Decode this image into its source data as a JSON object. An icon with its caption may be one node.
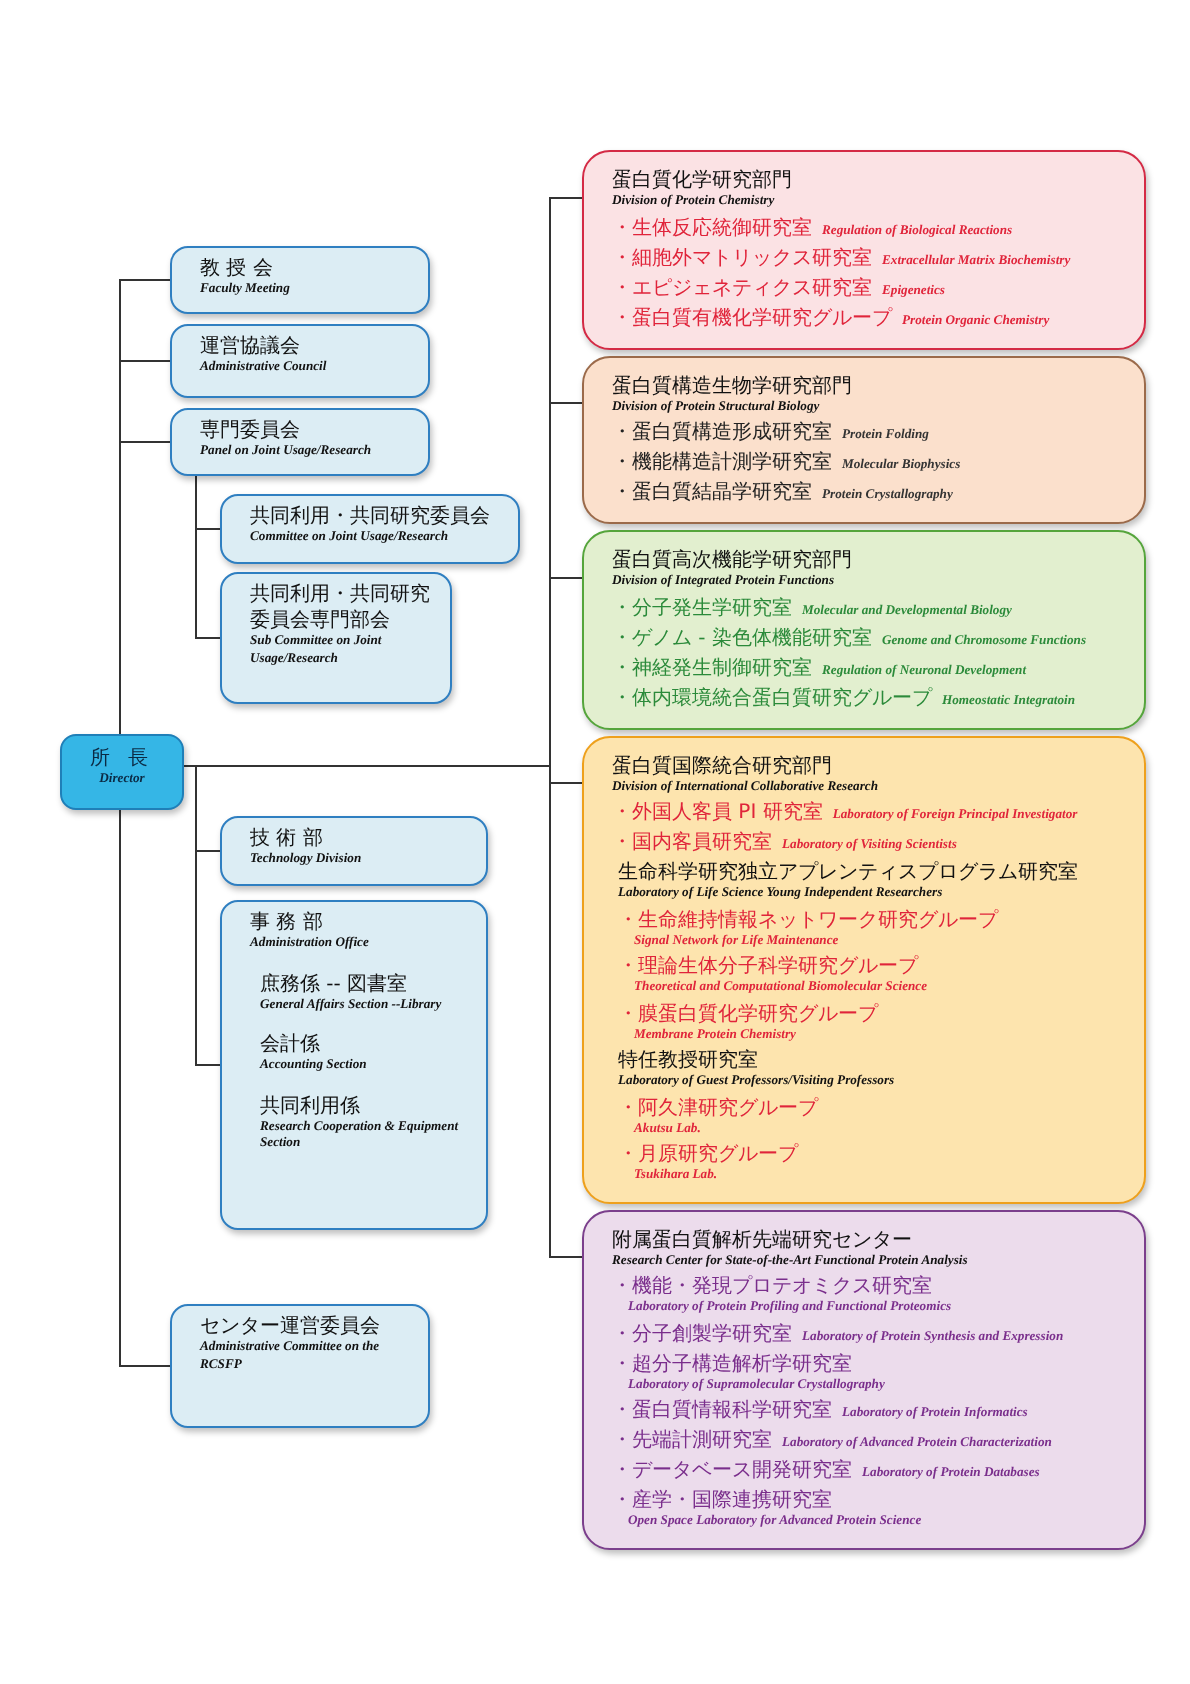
{
  "diagram": {
    "nodes": [
      {
        "text": [
          "所 長",
          "Director"
        ]
      },
      {
        "text": [
          "教 授 会",
          "Faculty Meeting"
        ]
      },
      {
        "text": [
          "運営協議会",
          "Administrative Council"
        ]
      },
      {
        "text": [
          "専門委員会",
          "Panel on Joint Usage/Research"
        ]
      },
      {
        "text": [
          "共同利用・共同研究委員会",
          "Committee on Joint Usage/Research"
        ]
      },
      {
        "text": [
          "共同利用・共同研究委員会専門部会",
          "Sub Committee on Joint Usage/Research"
        ]
      },
      {
        "text": [
          "技 術 部",
          "Technology Division"
        ]
      },
      {
        "text": [
          "事 務 部",
          "Administration Office",
          "庶務係 -- 図書室",
          "General Affairs Section --Library",
          "会計係",
          "Accounting Section",
          "共同利用係",
          "Research Cooperation & Equipment Section"
        ]
      },
      {
        "text": [
          "センター運営委員会",
          "Administrative Committee on the RCSFP"
        ]
      },
      {
        "text": [
          "蛋白質化学研究部門",
          "Division of Protein Chemistry",
          "・生体反応統御研究室",
          "Regulation of Biological Reactions",
          "・細胞外マトリックス研究室",
          "Extracellular Matrix Biochemistry",
          "・エピジェネティクス研究室",
          "Epigenetics",
          "・蛋白質有機化学研究グループ",
          "Protein Organic Chemistry"
        ]
      },
      {
        "text": [
          "蛋白質構造生物学研究部門",
          "Division of Protein Structural Biology",
          "・蛋白質構造形成研究室",
          "Protein Folding",
          "・機能構造計測学研究室",
          "Molecular Biophysics",
          "・蛋白質結晶学研究室",
          "Protein Crystallography"
        ]
      },
      {
        "text": [
          "蛋白質高次機能学研究部門",
          "Division of Integrated Protein Functions",
          "・分子発生学研究室",
          "Molecular and Developmental Biology",
          "・ゲノム - 染色体機能研究室",
          "Genome and Chromosome Functions",
          "・神経発生制御研究室",
          "Regulation of Neuronal Development",
          "・体内環境統合蛋白質研究グループ",
          "Homeostatic Integratoin"
        ]
      },
      {
        "text": [
          "蛋白質国際統合研究部門",
          "Division of International Collaborative Research",
          "・外国人客員 PI 研究室",
          "Laboratory of Foreign Principal Investigator",
          "・国内客員研究室",
          "Laboratory of Visiting Scientists",
          "生命科学研究独立アプレンティスプログラム研究室",
          "Laboratory of Life Science Young Independent Researchers",
          "・生命維持情報ネットワーク研究グループ",
          "Signal Network for Life Maintenance",
          "・理論生体分子科学研究グループ",
          "Theoretical and Computational Biomolecular Science",
          "・膜蛋白質化学研究グループ",
          "Membrane Protein Chemistry",
          "特任教授研究室",
          "Laboratory of Guest Professors/Visiting Professors",
          "・阿久津研究グループ",
          "Akutsu Lab.",
          "・月原研究グループ",
          "Tsukihara Lab."
        ]
      },
      {
        "text": [
          "附属蛋白質解析先端研究センター",
          "Research Center for State-of-the-Art Functional Protein Analysis",
          "・機能・発現プロテオミクス研究室",
          "Laboratory of Protein Profiling and Functional Proteomics",
          "・分子創製学研究室",
          "Laboratory of Protein Synthesis and Expression",
          "・超分子構造解析学研究室",
          "Laboratory of Supramolecular Crystallography",
          "・蛋白質情報科学研究室",
          "Laboratory of Protein Informatics",
          "・先端計測研究室",
          "Laboratory of Advanced Protein Characterization",
          "・データベース開発研究室",
          "Laboratory of Protein Databases",
          "・産学・国際連携研究室",
          "Open Space Laboratory for Advanced Protein Science"
        ]
      }
    ],
    "edges": [
      {
        "from": 0,
        "to": 1,
        "arrow": "none"
      },
      {
        "from": 0,
        "to": 2,
        "arrow": "none"
      },
      {
        "from": 0,
        "to": 3,
        "arrow": "none"
      },
      {
        "from": 3,
        "to": 4,
        "arrow": "none"
      },
      {
        "from": 3,
        "to": 5,
        "arrow": "none"
      },
      {
        "from": 0,
        "to": 6,
        "arrow": "none"
      },
      {
        "from": 0,
        "to": 7,
        "arrow": "none"
      },
      {
        "from": 0,
        "to": 8,
        "arrow": "none"
      },
      {
        "from": 0,
        "to": 9,
        "arrow": "none"
      },
      {
        "from": 0,
        "to": 10,
        "arrow": "none"
      },
      {
        "from": 0,
        "to": 11,
        "arrow": "none"
      },
      {
        "from": 0,
        "to": 12,
        "arrow": "none"
      },
      {
        "from": 0,
        "to": 13,
        "arrow": "none"
      }
    ]
  }
}
